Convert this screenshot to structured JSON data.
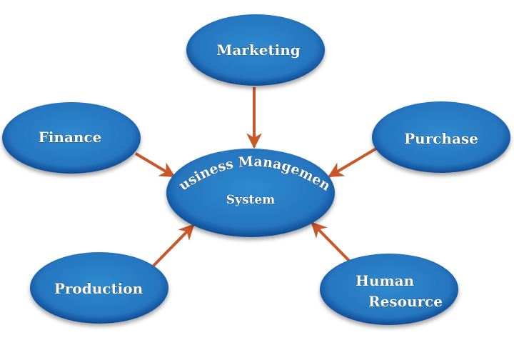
{
  "diagram": {
    "center": {
      "line1": "Business Management",
      "line2": "System"
    },
    "nodes": {
      "marketing": "Marketing",
      "finance": "Finance",
      "purchase": "Purchase",
      "production": "Production",
      "human_resource_1": "Human",
      "human_resource_2": "Resource"
    }
  },
  "colors": {
    "ellipse": "#2a7fc4",
    "ellipse_edge": "#0d4a94",
    "arrow": "#c8572a"
  }
}
